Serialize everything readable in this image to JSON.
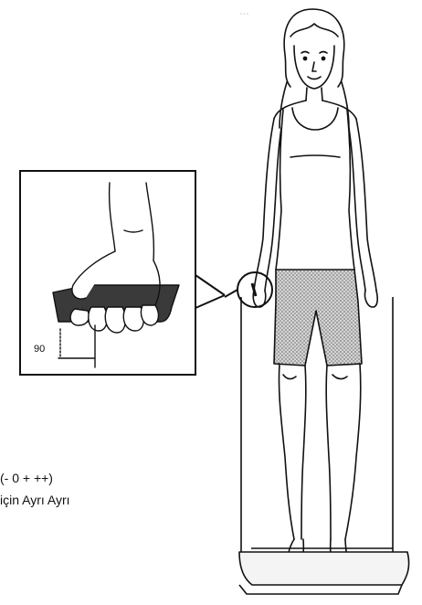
{
  "inset": {
    "angle_label": "90"
  },
  "caption": {
    "line1": "(- 0 + ++)",
    "line2": "için Ayrı Ayrı"
  },
  "faded_text": "...",
  "colors": {
    "ink": "#111111",
    "shorts_pattern": "#9a9a9a",
    "background": "#ffffff"
  }
}
